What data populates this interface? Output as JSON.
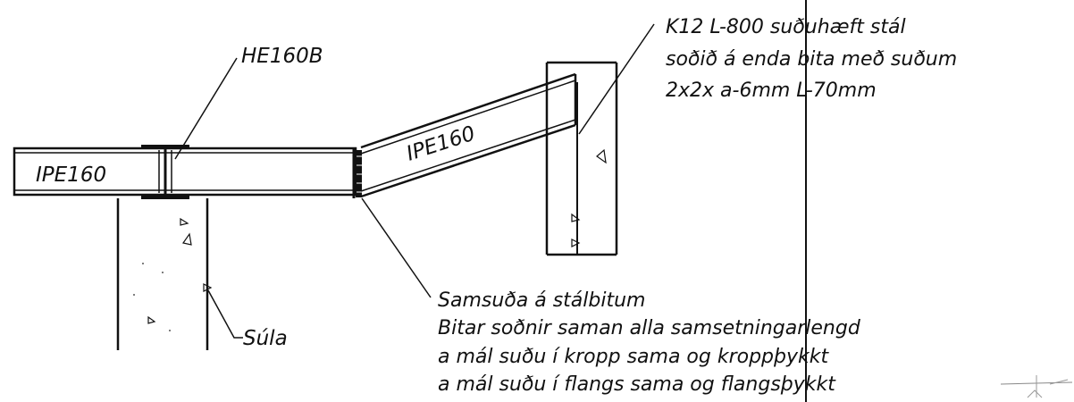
{
  "labels": {
    "left_beam": "IPE160",
    "column_section": "HE160B",
    "sloped_beam": "IPE160",
    "column_name": "Súla"
  },
  "steel_note": {
    "lines": [
      "K12 L-800 suðuhæft stál",
      "soðið á enda bita með suðum",
      "2x2x a-6mm L-70mm"
    ]
  },
  "weld_note": {
    "lines": [
      "Samsuða á stálbitum",
      "Bitar soðnir saman alla samsetningarlengd",
      "a mál suðu í kropp sama og kroppþykkt",
      "a mál suðu í flangs sama og flangsþykkt"
    ]
  },
  "colors": {
    "ink": "#111111",
    "background": "#ffffff"
  }
}
